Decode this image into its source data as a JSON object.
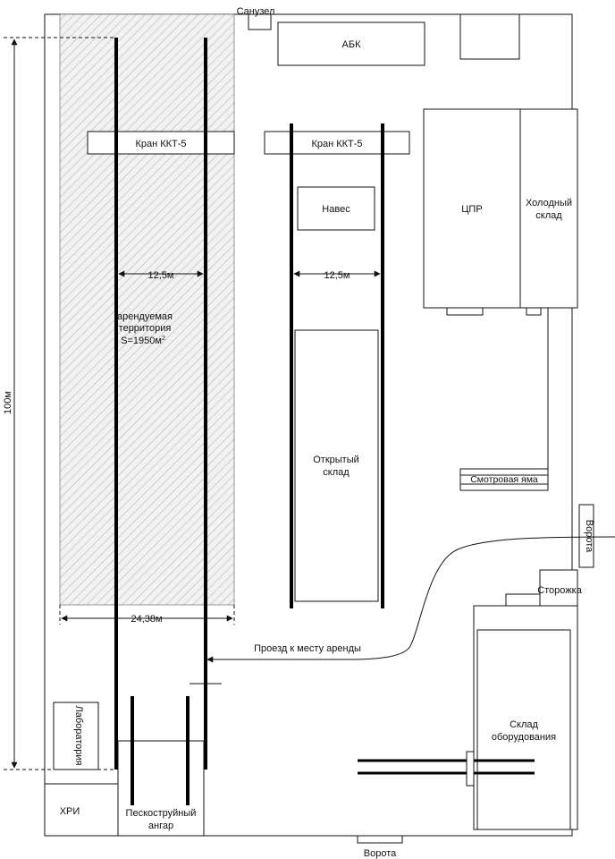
{
  "labels": {
    "sanuzel": "Санузел",
    "abk": "АБК",
    "crane_left": "Кран ККТ-5",
    "crane_right": "Кран ККТ-5",
    "naves": "Навес",
    "cpr": "ЦПР",
    "cold_store_line1": "Холодный",
    "cold_store_line2": "склад",
    "span_left": "12,5м",
    "span_right": "12,5м",
    "rent_line1": "арендуемая",
    "rent_line2": "территория",
    "rent_area_prefix": "S=1950м",
    "rent_area_sup": "2",
    "height_dim": "100м",
    "open_store_line1": "Открытый",
    "open_store_line2": "склад",
    "inspection_pit": "Смотровая яма",
    "gate_right": "Ворота",
    "guardhouse": "Сторожка",
    "width_dim": "24,38м",
    "passage": "Проезд к месту аренды",
    "laboratory": "Лаборатория",
    "equipment_store_line1": "Склад",
    "equipment_store_line2": "оборудования",
    "hri": "ХРИ",
    "sandblast_line1": "Пескоструйный",
    "sandblast_line2": "ангар",
    "gate_bottom": "Ворота"
  },
  "colors": {
    "line": "#111111",
    "rail": "#000000",
    "hatch": "#bdbdbd",
    "hatch_bg": "#f2f2f2"
  }
}
